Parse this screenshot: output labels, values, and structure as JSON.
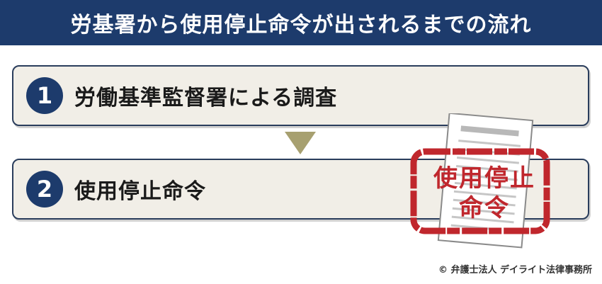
{
  "header": {
    "title": "労基署から使用停止命令が出されるまでの流れ"
  },
  "steps": [
    {
      "number": "1",
      "label": "労働基準監督署による調査"
    },
    {
      "number": "2",
      "label": "使用停止命令"
    }
  ],
  "stamp": {
    "line1": "使用停止",
    "line2": "命令"
  },
  "footer": {
    "copyright": "© 弁護士法人 デイライト法律事務所"
  },
  "colors": {
    "header_bg": "#1d3b6c",
    "step_bg": "#f1eee7",
    "arrow": "#a7a070",
    "stamp_red": "#c0272d"
  },
  "icons": {
    "arrow": "down-triangle-arrow-icon",
    "document": "document-icon"
  }
}
